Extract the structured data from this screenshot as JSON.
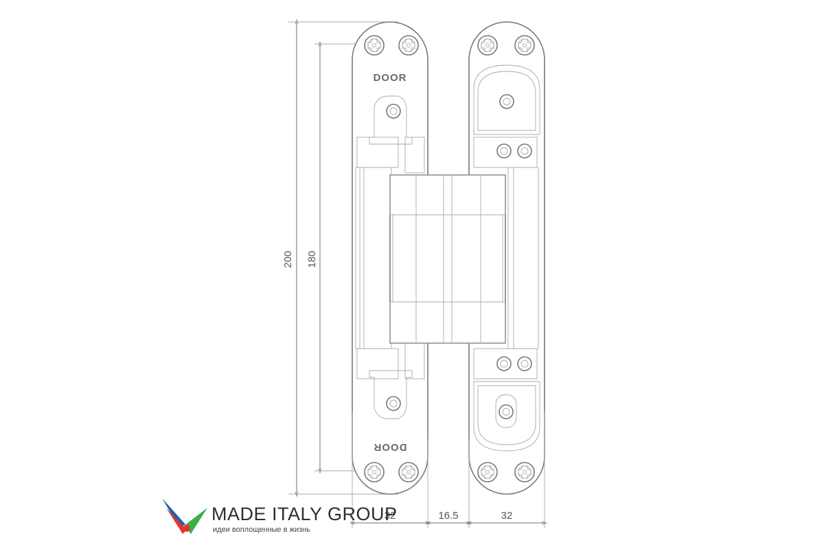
{
  "dimensions": {
    "overall_height": "200",
    "hole_spacing": "180",
    "leaf_width_left": "32",
    "knuckle_width": "16.5",
    "leaf_width_right": "32"
  },
  "labels": {
    "top_leaf_text": "DOOR",
    "bottom_leaf_text": "DOOR"
  },
  "branding": {
    "company": "MADE ITALY GROUP",
    "tagline": "идеи воплощенные в жизнь",
    "logo_colors": [
      "#1f5fb0",
      "#e3342f",
      "#3bb04a"
    ]
  }
}
